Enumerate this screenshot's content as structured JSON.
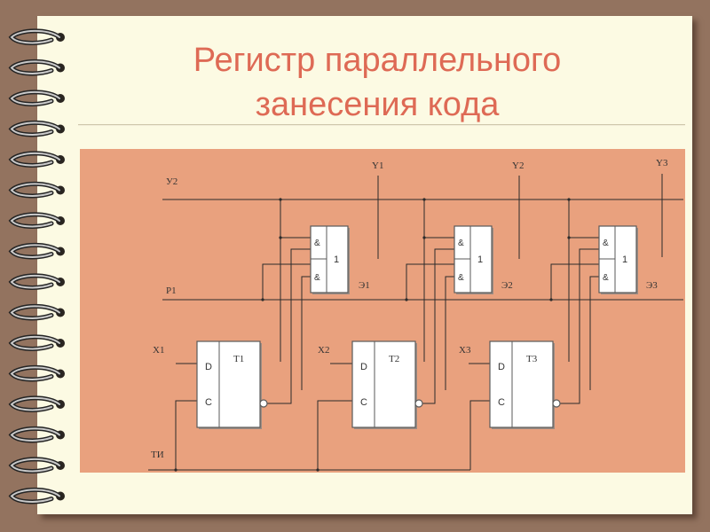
{
  "slide": {
    "title": [
      "Регистр параллельного",
      "занесения кода"
    ]
  },
  "colors": {
    "frame": "#93735F",
    "page": "#FCFAE3",
    "title": "#DE6A55",
    "diagram_background": "#E9A17E"
  },
  "diagram": {
    "buses": {
      "top": "У2",
      "middle": "Р1",
      "clock": "ТИ"
    },
    "stages": [
      {
        "input": "X1",
        "flipflop": "Т1",
        "d_pin": "D",
        "c_pin": "C",
        "and_top": "&",
        "and_bottom": "&",
        "or": "1",
        "output": "Э1",
        "y_line": "Y1"
      },
      {
        "input": "X2",
        "flipflop": "Т2",
        "d_pin": "D",
        "c_pin": "C",
        "and_top": "&",
        "and_bottom": "&",
        "or": "1",
        "output": "Э2",
        "y_line": "Y2"
      },
      {
        "input": "X3",
        "flipflop": "Т3",
        "d_pin": "D",
        "c_pin": "C",
        "and_top": "&",
        "and_bottom": "&",
        "or": "1",
        "output": "Э3",
        "y_line": "Y3"
      }
    ]
  }
}
